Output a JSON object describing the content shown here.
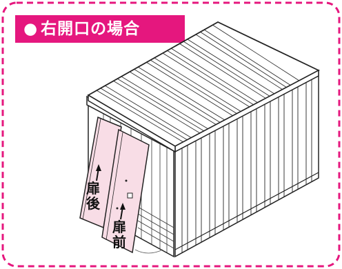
{
  "badge": {
    "marker": "●",
    "label": "右開口の場合"
  },
  "doors": {
    "rear": {
      "text": "扉後"
    },
    "front": {
      "text": "扉前"
    }
  },
  "colors": {
    "accent": "#e5177e",
    "door_fill": "#f8dde6",
    "line": "#222222"
  },
  "icons": [
    "arrow-up-icon"
  ]
}
